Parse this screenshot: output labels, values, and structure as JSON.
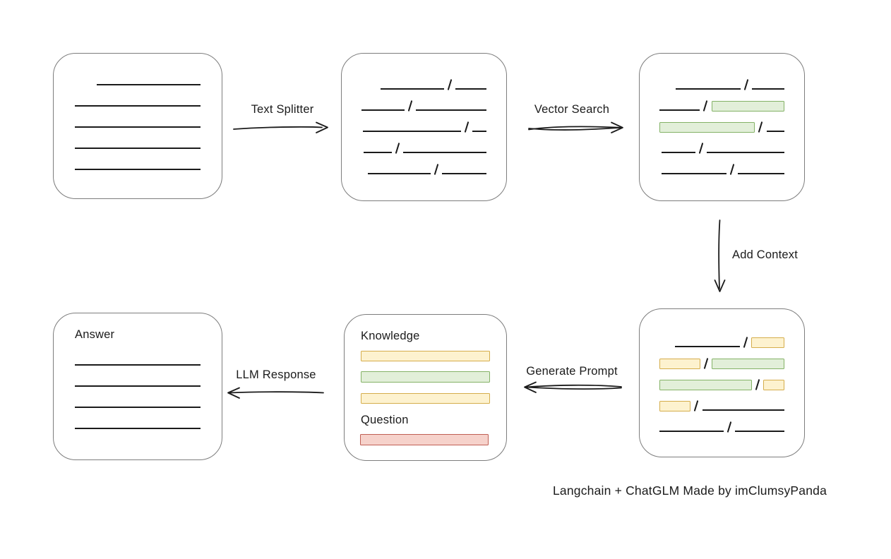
{
  "caption": "Langchain + ChatGLM Made by imClumsyPanda",
  "colors": {
    "ink": "#1b1b1b",
    "box_stroke": "#7d7d7d",
    "green_fill": "#e2efd9",
    "green_stroke": "#84b266",
    "yellow_fill": "#fdf2cf",
    "yellow_stroke": "#d5ad4b",
    "red_fill": "#f6d2cb",
    "red_stroke": "#c05f54"
  },
  "arrows": {
    "text_splitter": {
      "label": "Text Splitter",
      "direction": "right"
    },
    "vector_search": {
      "label": "Vector Search",
      "direction": "right"
    },
    "add_context": {
      "label": "Add Context",
      "direction": "down"
    },
    "generate_prompt": {
      "label": "Generate Prompt",
      "direction": "left"
    },
    "llm_response": {
      "label": "LLM Response",
      "direction": "left"
    }
  },
  "boxes": {
    "document": {
      "lines": [
        {
          "w": 148,
          "indent": 31
        },
        {
          "w": 179
        },
        {
          "w": 179
        },
        {
          "w": 179
        },
        {
          "w": 179
        }
      ]
    },
    "split_chunks": {
      "rows": [
        [
          {
            "t": "line",
            "w": 90
          },
          {
            "t": "slash"
          },
          {
            "t": "line",
            "w": 44
          }
        ],
        [
          {
            "t": "line",
            "w": 62
          },
          {
            "t": "slash"
          },
          {
            "t": "line",
            "w": 102
          }
        ],
        [
          {
            "t": "line",
            "w": 139
          },
          {
            "t": "slash"
          },
          {
            "t": "line",
            "w": 20
          }
        ],
        [
          {
            "t": "line",
            "w": 40
          },
          {
            "t": "slash"
          },
          {
            "t": "line",
            "w": 118
          }
        ],
        [
          {
            "t": "line",
            "w": 89
          },
          {
            "t": "slash"
          },
          {
            "t": "line",
            "w": 63
          }
        ]
      ]
    },
    "vector_matched": {
      "rows": [
        [
          {
            "t": "line",
            "w": 92
          },
          {
            "t": "slash"
          },
          {
            "t": "line",
            "w": 46
          }
        ],
        [
          {
            "t": "line",
            "w": 60
          },
          {
            "t": "slash"
          },
          {
            "t": "chunk",
            "c": "green",
            "w": 108
          }
        ],
        [
          {
            "t": "chunk",
            "c": "green",
            "w": 138
          },
          {
            "t": "slash"
          },
          {
            "t": "line",
            "w": 26
          }
        ],
        [
          {
            "t": "line",
            "w": 48
          },
          {
            "t": "slash"
          },
          {
            "t": "line",
            "w": 110
          }
        ],
        [
          {
            "t": "line",
            "w": 92
          },
          {
            "t": "slash"
          },
          {
            "t": "line",
            "w": 66
          }
        ]
      ]
    },
    "context_added": {
      "rows": [
        [
          {
            "t": "line",
            "w": 92
          },
          {
            "t": "slash"
          },
          {
            "t": "chunk",
            "c": "yellow",
            "w": 47
          }
        ],
        [
          {
            "t": "chunk",
            "c": "yellow",
            "w": 60
          },
          {
            "t": "slash"
          },
          {
            "t": "chunk",
            "c": "green",
            "w": 107
          }
        ],
        [
          {
            "t": "chunk",
            "c": "green",
            "w": 138
          },
          {
            "t": "slash"
          },
          {
            "t": "chunk",
            "c": "yellow",
            "w": 32
          }
        ],
        [
          {
            "t": "chunk",
            "c": "yellow",
            "w": 45
          },
          {
            "t": "slash"
          },
          {
            "t": "line",
            "w": 118
          }
        ],
        [
          {
            "t": "line",
            "w": 93
          },
          {
            "t": "slash"
          },
          {
            "t": "line",
            "w": 72
          }
        ]
      ]
    },
    "prompt": {
      "knowledge_label": "Knowledge",
      "question_label": "Question",
      "knowledge_bars": [
        {
          "c": "yellow"
        },
        {
          "c": "green"
        },
        {
          "c": "yellow"
        }
      ],
      "question_bar": {
        "c": "red"
      }
    },
    "answer": {
      "label": "Answer",
      "lines": [
        {
          "w": 179
        },
        {
          "w": 179
        },
        {
          "w": 179
        },
        {
          "w": 179
        }
      ]
    }
  }
}
